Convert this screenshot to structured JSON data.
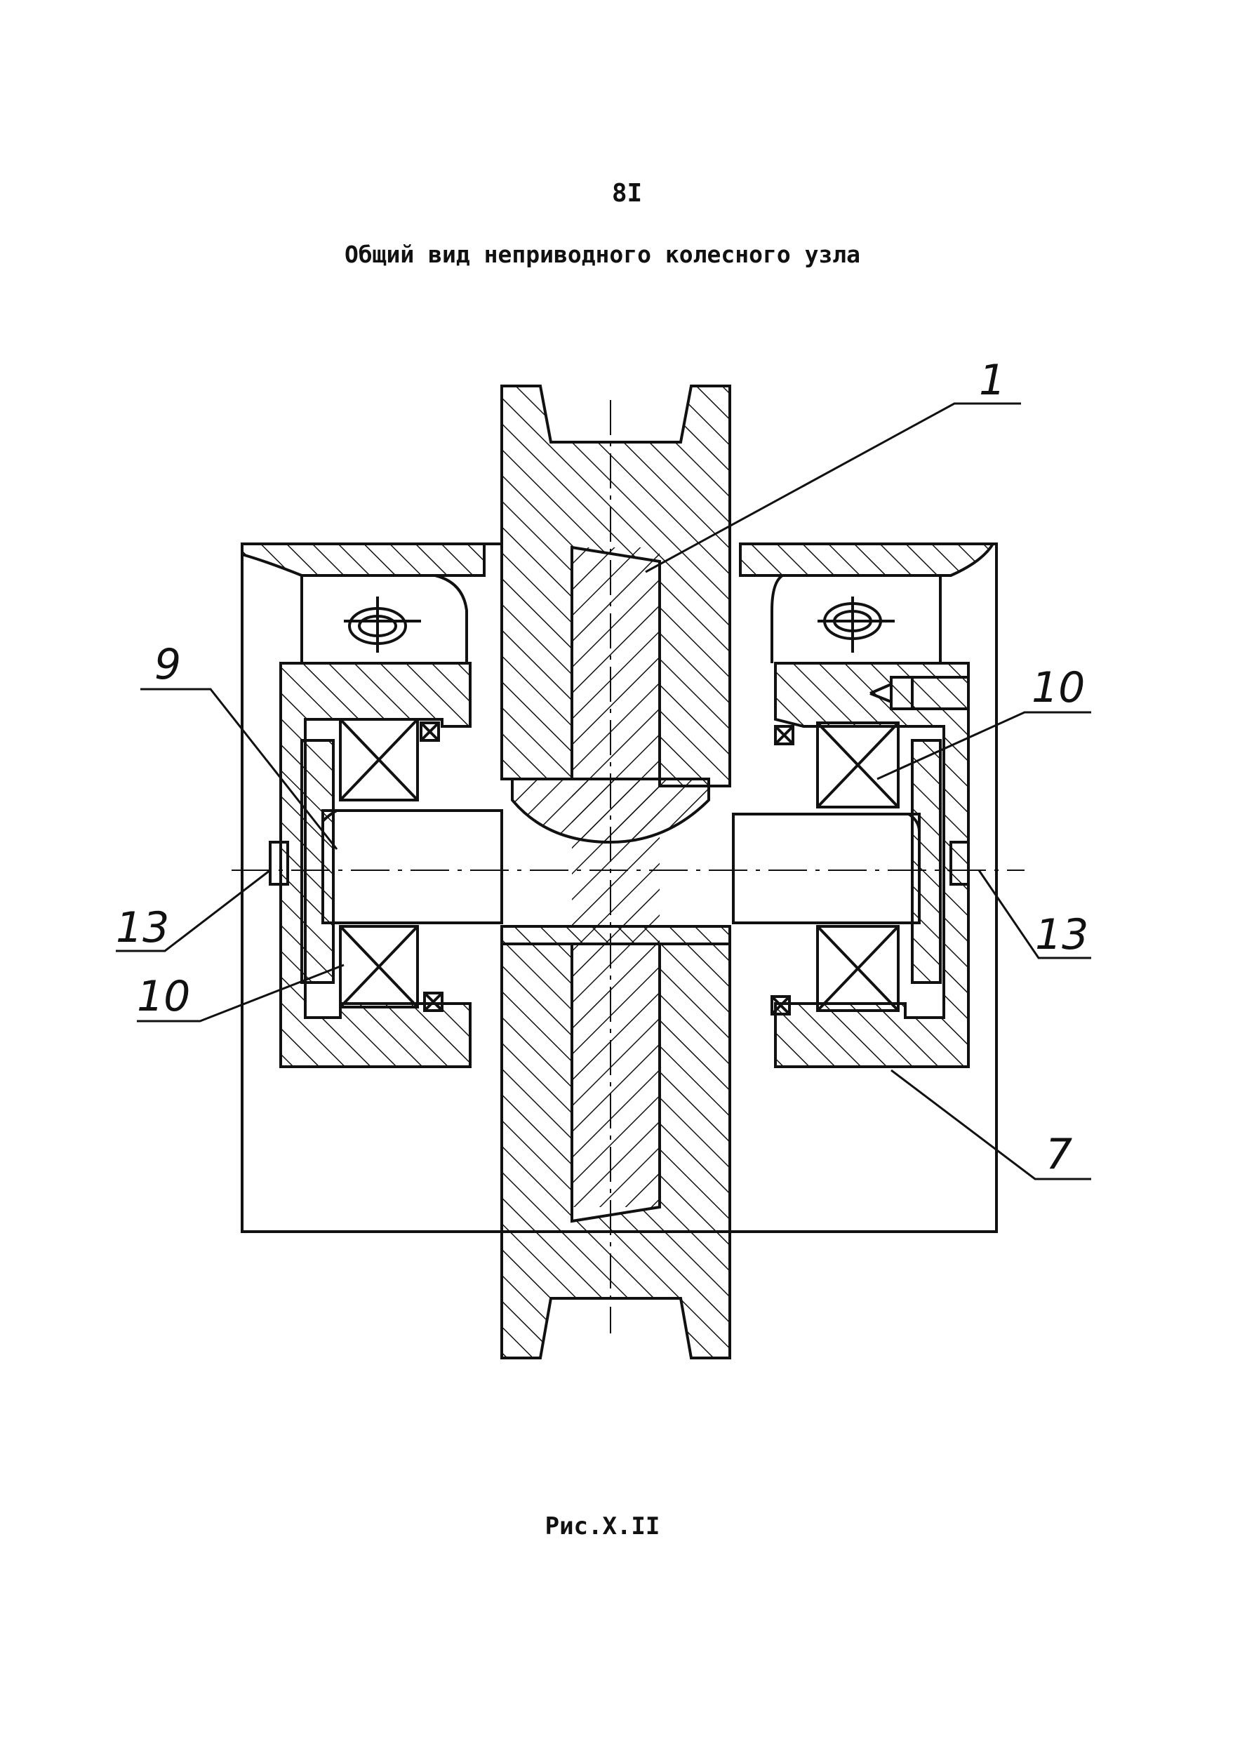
{
  "page": {
    "number": "8I",
    "title": "Общий вид неприводного колесного узла",
    "caption": "Рис.X.II"
  },
  "callouts": {
    "c1": "1",
    "c9": "9",
    "c10_right": "10",
    "c13_left": "13",
    "c10_left": "10",
    "c13_right": "13",
    "c7": "7"
  },
  "colors": {
    "ink": "#111111",
    "paper": "#ffffff"
  }
}
